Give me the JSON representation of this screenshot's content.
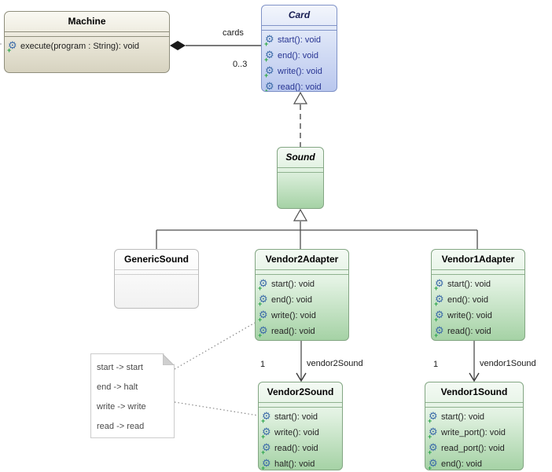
{
  "diagram": {
    "classes": {
      "machine": {
        "title": "Machine",
        "methods": [
          "execute(program : String): void"
        ]
      },
      "card": {
        "title": "Card",
        "methods": [
          "start(): void",
          "end(): void",
          "write(): void",
          "read(): void"
        ]
      },
      "sound": {
        "title": "Sound",
        "methods": []
      },
      "generic_sound": {
        "title": "GenericSound",
        "methods": []
      },
      "vendor2_adapter": {
        "title": "Vendor2Adapter",
        "methods": [
          "start(): void",
          "end(): void",
          "write(): void",
          "read(): void"
        ]
      },
      "vendor1_adapter": {
        "title": "Vendor1Adapter",
        "methods": [
          "start(): void",
          "end(): void",
          "write(): void",
          "read(): void"
        ]
      },
      "vendor2_sound": {
        "title": "Vendor2Sound",
        "methods": [
          "start(): void",
          "write(): void",
          "read(): void",
          "halt(): void"
        ]
      },
      "vendor1_sound": {
        "title": "Vendor1Sound",
        "methods": [
          "start(): void",
          "write_port(): void",
          "read_port(): void",
          "end(): void"
        ]
      }
    },
    "note": {
      "lines": [
        "start -> start",
        "end -> halt",
        "write -> write",
        "read -> read"
      ]
    },
    "edges": {
      "machine_card": {
        "label": "cards",
        "multiplicity": "0..3"
      },
      "vendor2": {
        "label": "vendor2Sound",
        "multiplicity": "1"
      },
      "vendor1": {
        "label": "vendor1Sound",
        "multiplicity": "1"
      }
    }
  },
  "icons": {
    "method_gear": "⚙",
    "add_plus": "+"
  },
  "colors": {
    "machine-fill": "#d7d3c0",
    "machine-border": "#8f8e7c",
    "card-fill": "#b9c7ee",
    "card-border": "#8093c7",
    "card-text": "#283593",
    "green-fill": "#a5d2a5",
    "green-border": "#83a683",
    "plain-border": "#bcbcbc",
    "line": "#4d4d4d",
    "note-border": "#cccccc",
    "note-fold": "#cfcfcf",
    "note-text": "#4a4a4a",
    "label-text": "#1a1a1a",
    "gear-blue": "#3c6ba8",
    "plus-green": "#1e9e3e"
  }
}
